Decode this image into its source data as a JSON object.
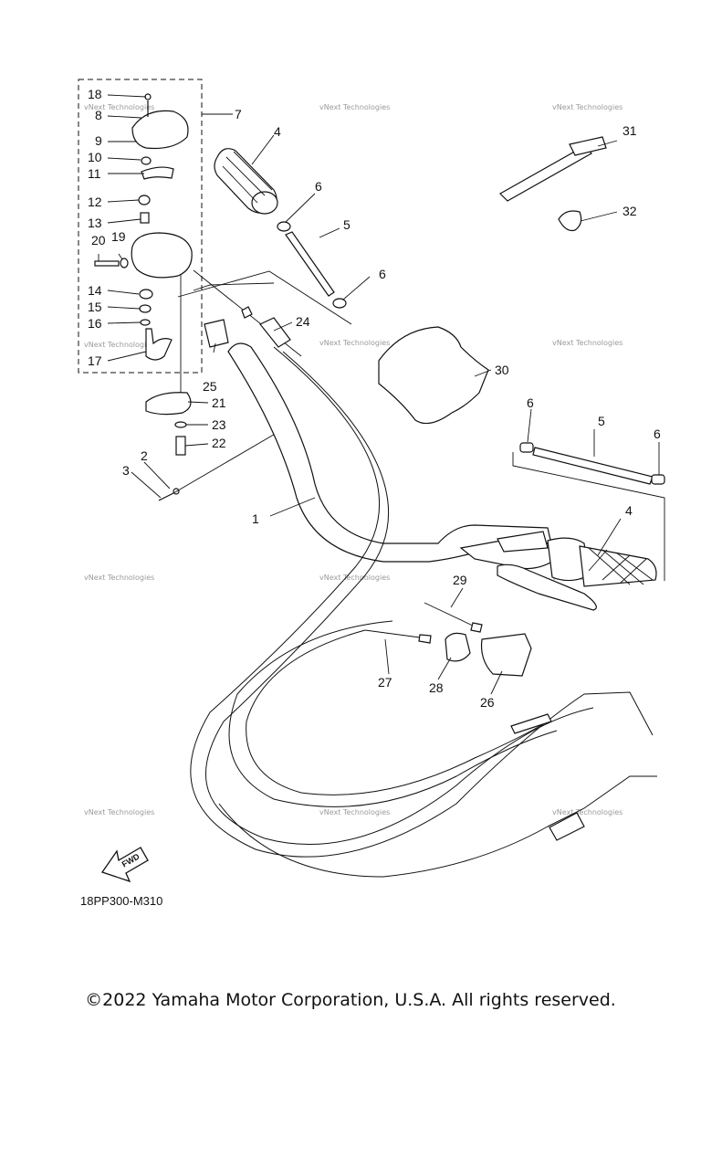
{
  "diagram": {
    "callouts": [
      "1",
      "2",
      "3",
      "4",
      "4",
      "5",
      "5",
      "6",
      "6",
      "6",
      "6",
      "7",
      "8",
      "9",
      "10",
      "11",
      "12",
      "13",
      "14",
      "15",
      "16",
      "17",
      "18",
      "19",
      "20",
      "21",
      "22",
      "23",
      "24",
      "25",
      "26",
      "27",
      "28",
      "29",
      "30",
      "31",
      "32"
    ],
    "watermark": "vNext Technologies",
    "figure_code": "18PP300-M310",
    "fwd_label": "FWD"
  },
  "footer": {
    "copyright": "©2022 Yamaha Motor Corporation, U.S.A. All rights reserved."
  }
}
